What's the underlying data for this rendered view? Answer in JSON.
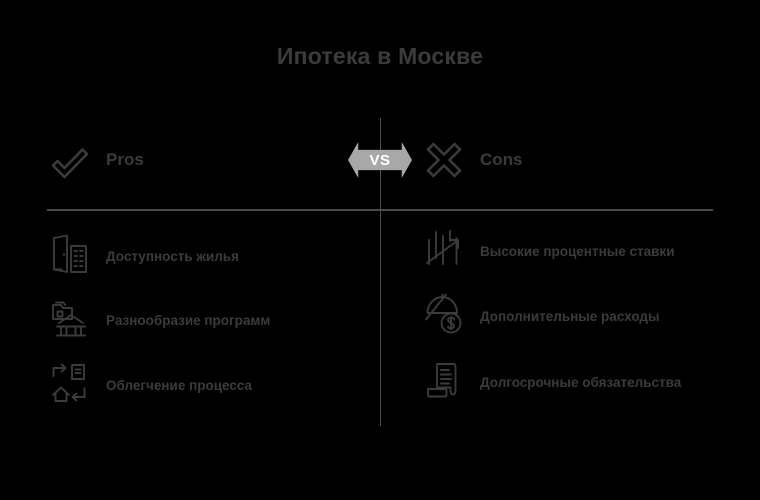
{
  "title": "Ипотека в Москве",
  "center_badge": {
    "label": "VS",
    "icon": "double-arrow-vs-icon",
    "color": "#a8a8a8"
  },
  "theme": {
    "background": "#000000",
    "text": "#3b3b3b",
    "divider": "#4a4a4a",
    "badge_text": "#ffffff"
  },
  "pros": {
    "header": {
      "label": "Pros",
      "icon": "checkmark-icon"
    },
    "items": [
      {
        "label": "Доступность жилья",
        "icon": "door-building-icon"
      },
      {
        "label": "Разнообразие программ",
        "icon": "bank-folder-icon"
      },
      {
        "label": "Облегчение процесса",
        "icon": "house-document-exchange-icon"
      }
    ]
  },
  "cons": {
    "header": {
      "label": "Cons",
      "icon": "cross-x-icon"
    },
    "items": [
      {
        "label": "Высокие процентные ставки",
        "icon": "rising-chart-icon"
      },
      {
        "label": "Дополнительные расходы",
        "icon": "crossed-umbrella-dollar-icon"
      },
      {
        "label": "Долгосрочные обязательства",
        "icon": "contract-document-icon"
      }
    ]
  }
}
